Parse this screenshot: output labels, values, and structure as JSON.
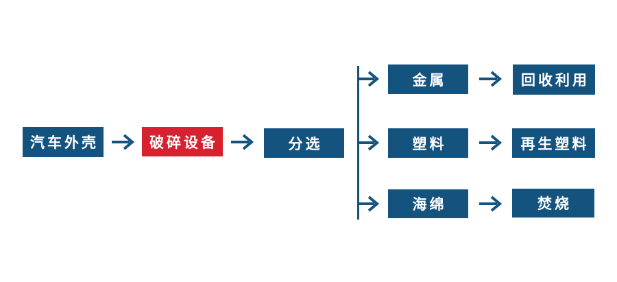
{
  "colors": {
    "primary_blue": "#15537F",
    "highlight_red": "#D7212E",
    "label_text": "#FFFFFF",
    "background": "#FFFFFF"
  },
  "flowchart": {
    "input_node": {
      "label": "汽车外壳"
    },
    "process_node": {
      "label": "破碎设备"
    },
    "sorting_node": {
      "label": "分选"
    },
    "branches": [
      {
        "material": "金属",
        "destination": "回收利用"
      },
      {
        "material": "塑料",
        "destination": "再生塑料"
      },
      {
        "material": "海绵",
        "destination": "焚烧"
      }
    ]
  }
}
